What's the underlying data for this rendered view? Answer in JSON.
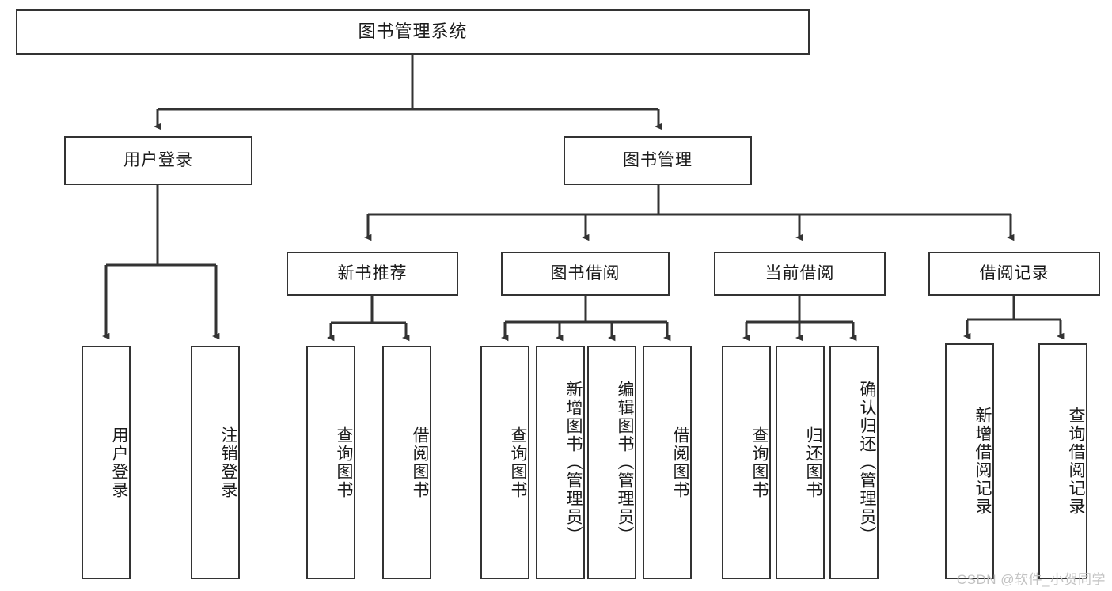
{
  "diagram": {
    "type": "tree-hierarchy",
    "title": "图书管理系统",
    "root": {
      "id": "root",
      "label": "图书管理系统"
    },
    "level1": [
      {
        "id": "user-login",
        "label": "用户登录"
      },
      {
        "id": "book-manage",
        "label": "图书管理"
      }
    ],
    "level2": [
      {
        "id": "new-book-recommend",
        "label": "新书推荐",
        "parent": "book-manage"
      },
      {
        "id": "book-borrow",
        "label": "图书借阅",
        "parent": "book-manage"
      },
      {
        "id": "current-borrow",
        "label": "当前借阅",
        "parent": "book-manage"
      },
      {
        "id": "borrow-record",
        "label": "借阅记录",
        "parent": "book-manage"
      }
    ],
    "leaves": [
      {
        "id": "leaf-user-login",
        "label": "用户登录",
        "parent": "user-login"
      },
      {
        "id": "leaf-user-logout",
        "label": "注销登录",
        "parent": "user-login"
      },
      {
        "id": "leaf-query-book-1",
        "label": "查询图书",
        "parent": "new-book-recommend"
      },
      {
        "id": "leaf-borrow-book-1",
        "label": "借阅图书",
        "parent": "new-book-recommend"
      },
      {
        "id": "leaf-query-book-2",
        "label": "查询图书",
        "parent": "book-borrow"
      },
      {
        "id": "leaf-add-book",
        "label": "新增图书（管理员）",
        "parent": "book-borrow"
      },
      {
        "id": "leaf-edit-book",
        "label": "编辑图书（管理员）",
        "parent": "book-borrow"
      },
      {
        "id": "leaf-borrow-book-2",
        "label": "借阅图书",
        "parent": "book-borrow"
      },
      {
        "id": "leaf-query-book-3",
        "label": "查询图书",
        "parent": "current-borrow"
      },
      {
        "id": "leaf-return-book",
        "label": "归还图书",
        "parent": "current-borrow"
      },
      {
        "id": "leaf-confirm-return",
        "label": "确认归还（管理员）",
        "parent": "current-borrow"
      },
      {
        "id": "leaf-add-record",
        "label": "新增借阅记录",
        "parent": "borrow-record"
      },
      {
        "id": "leaf-query-record",
        "label": "查询借阅记录",
        "parent": "borrow-record"
      }
    ]
  },
  "watermark": {
    "text": "CSDN @软件_小贺同学"
  },
  "colors": {
    "stroke": "#333333",
    "box_fill": "#ffffff",
    "text": "#1a1a1a",
    "watermark": "#c2c2c2",
    "background": "#ffffff"
  }
}
